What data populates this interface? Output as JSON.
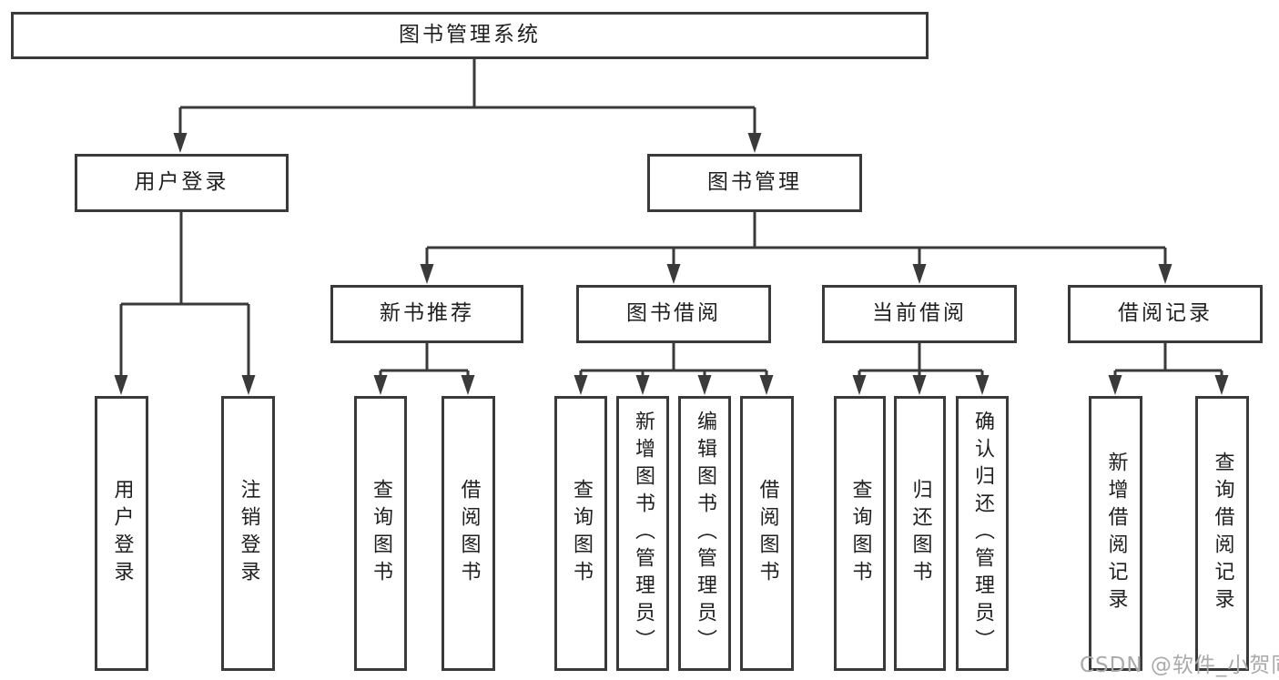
{
  "diagram": {
    "root": {
      "label": "图书管理系统",
      "children": [
        {
          "label": "用户登录",
          "children": [
            {
              "label": "用户登录"
            },
            {
              "label": "注销登录"
            }
          ]
        },
        {
          "label": "图书管理",
          "children": [
            {
              "label": "新书推荐",
              "children": [
                {
                  "label": "查询图书"
                },
                {
                  "label": "借阅图书"
                }
              ]
            },
            {
              "label": "图书借阅",
              "children": [
                {
                  "label": "查询图书"
                },
                {
                  "label": "新增图书（管理员）"
                },
                {
                  "label": "编辑图书（管理员）"
                },
                {
                  "label": "借阅图书"
                }
              ]
            },
            {
              "label": "当前借阅",
              "children": [
                {
                  "label": "查询图书"
                },
                {
                  "label": "归还图书"
                },
                {
                  "label": "确认归还（管理员）"
                }
              ]
            },
            {
              "label": "借阅记录",
              "children": [
                {
                  "label": "新增借阅记录"
                },
                {
                  "label": "查询借阅记录"
                }
              ]
            }
          ]
        }
      ]
    }
  },
  "watermark": {
    "text": "CSDN @软件_小贺同学"
  },
  "colors": {
    "line": "#3a3a3a",
    "box_border": "#3a3a3a",
    "text": "#1f1f1f",
    "watermark": "#aaaaaa",
    "background": "#ffffff"
  }
}
